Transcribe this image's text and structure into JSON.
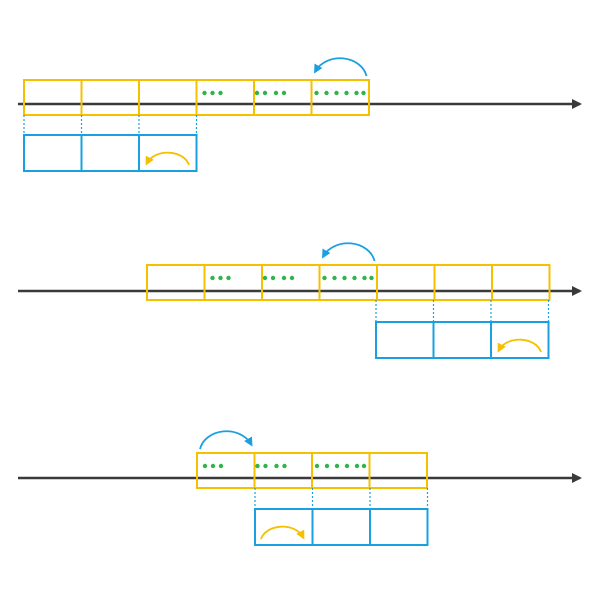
{
  "colors": {
    "axis": "#3a3a3a",
    "window_border": "#f5c000",
    "buffer_border": "#1aa0e0",
    "dot": "#2fb34a",
    "arrow_blue": "#1aa0e0",
    "arrow_yellow": "#f5c000",
    "guide_line": "#1aa0e0",
    "background": "#ffffff"
  },
  "icons": {
    "window_arrow": "curved-arrow-icon",
    "buffer_arrow": "curved-arrow-icon"
  },
  "panels": [
    {
      "id": "top",
      "window_cells": 6,
      "buffer_cells": 3,
      "dots_per_cell": [
        0,
        0,
        0,
        3,
        4,
        6
      ],
      "window_arrow": "counterclockwise",
      "buffer_arrow": "counterclockwise"
    },
    {
      "id": "middle",
      "window_cells": 7,
      "buffer_cells": 3,
      "dots_per_cell": [
        0,
        3,
        4,
        6,
        0,
        0,
        0
      ],
      "window_arrow": "counterclockwise",
      "buffer_arrow": "counterclockwise"
    },
    {
      "id": "bottom",
      "window_cells": 4,
      "buffer_cells": 3,
      "dots_per_cell": [
        3,
        4,
        6,
        0
      ],
      "window_arrow": "clockwise",
      "buffer_arrow": "clockwise"
    }
  ]
}
